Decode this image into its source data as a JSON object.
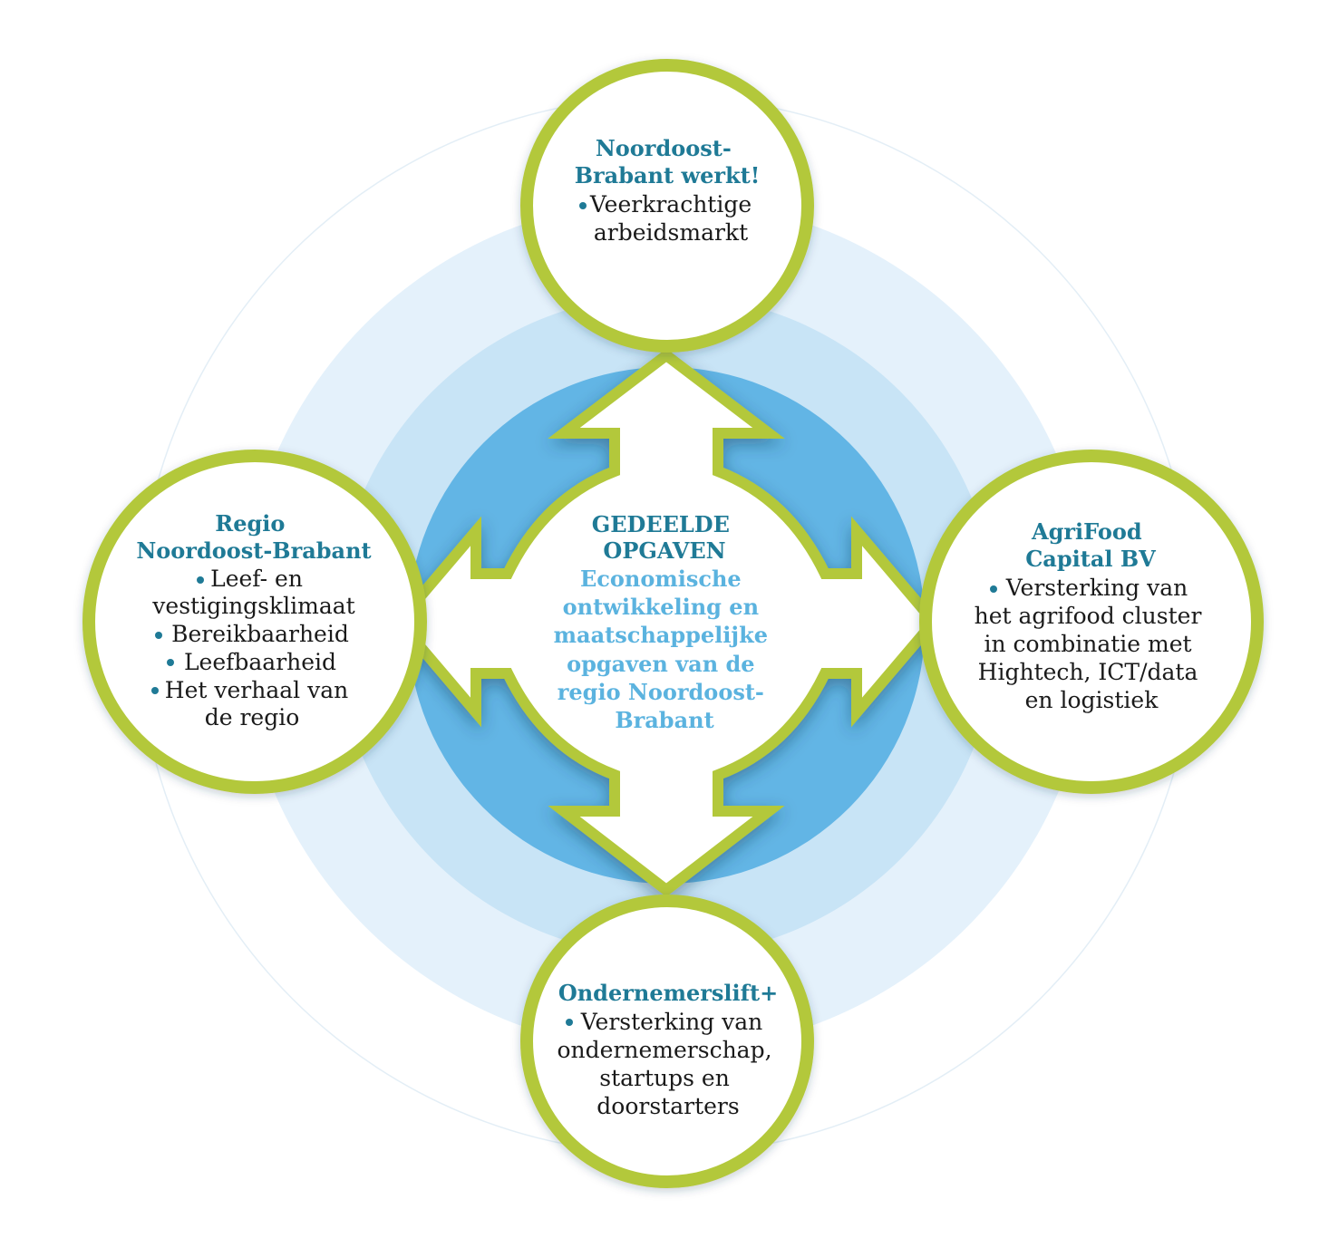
{
  "colors": {
    "outer_ring": "#e4f1fb",
    "middle_ring": "#c8e4f6",
    "inner_ring": "#62b5e5",
    "circle_border": "#b3c83a",
    "title_text": "#1f7a96",
    "center_subtitle_text": "#5bb3df",
    "body_text": "#1a1a1a"
  },
  "center": {
    "title_lines": [
      "GEDEELDE",
      "OPGAVEN"
    ],
    "subtitle_lines": [
      "Economische",
      "ontwikkeling en",
      "maatschappelijke",
      "opgaven van de",
      "regio Noordoost-",
      "Brabant"
    ]
  },
  "nodes": {
    "top": {
      "title_lines": [
        "Noordoost-",
        "Brabant werkt!"
      ],
      "items": [
        [
          "Veerkrachtige",
          "arbeidsmarkt"
        ]
      ]
    },
    "left": {
      "title_lines": [
        "Regio",
        "Noordoost-Brabant"
      ],
      "items": [
        [
          "Leef- en",
          "vestigingsklimaat"
        ],
        [
          "Bereikbaarheid"
        ],
        [
          "Leefbaarheid"
        ],
        [
          "Het verhaal van",
          "de regio"
        ]
      ]
    },
    "right": {
      "title_lines": [
        "AgriFood",
        "Capital BV"
      ],
      "items": [
        [
          "Versterking van",
          "het agrifood cluster",
          "in combinatie met",
          "Hightech, ICT/data",
          "en logistiek"
        ]
      ]
    },
    "bottom": {
      "title_lines": [
        "Ondernemerslift+"
      ],
      "items": [
        [
          "Versterking van",
          "ondernemerschap,",
          "startups en",
          "doorstarters"
        ]
      ]
    }
  }
}
